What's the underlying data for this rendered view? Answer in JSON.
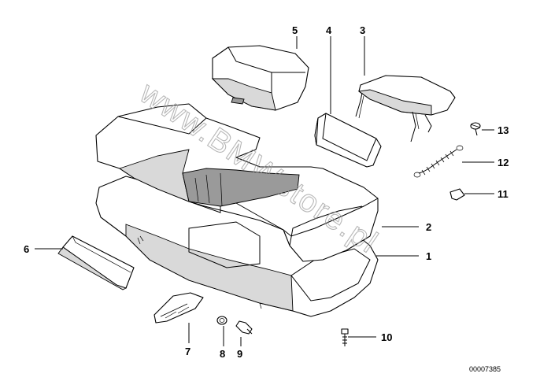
{
  "diagram": {
    "watermark": "www.BMWstore.pl",
    "document_number": "00007385",
    "callouts": [
      "1",
      "2",
      "3",
      "4",
      "5",
      "6",
      "7",
      "8",
      "9",
      "10",
      "11",
      "12",
      "13"
    ]
  }
}
